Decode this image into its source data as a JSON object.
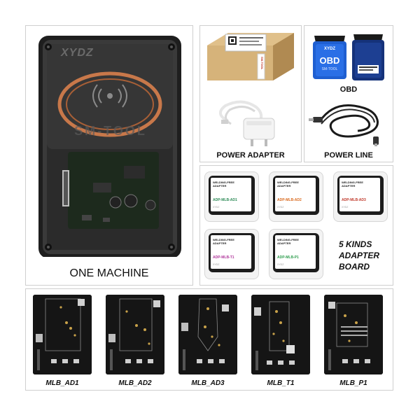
{
  "machine": {
    "caption": "ONE MACHINE",
    "logo": "XYDZ",
    "model_text": "SM-TOOL"
  },
  "box": {
    "seal_text": "SM-TOOL"
  },
  "power_adapter": {
    "caption": "POWER ADAPTER"
  },
  "obd": {
    "caption": "OBD",
    "brand": "XYDZ",
    "name": "OBD",
    "sub": "SM-TOOL"
  },
  "power_line": {
    "caption": "POWER LINE"
  },
  "adapters": {
    "caption_lines": [
      "5 KINDS",
      "ADAPTER",
      "BOARD"
    ],
    "label_line1": "WELDING-FREE",
    "label_line2": "ADAPTER",
    "label_tag": "XYDZ",
    "items": [
      {
        "code": "ADP-MLB-AD1",
        "color": "#2e8b57"
      },
      {
        "code": "ADP-MLB-AD2",
        "color": "#d96a1f"
      },
      {
        "code": "ADP-MLB-AD3",
        "color": "#c0392b"
      },
      {
        "code": "ADP-MLB-T1",
        "color": "#b0369b"
      },
      {
        "code": "ADP-MLB-P1",
        "color": "#2f9e4f"
      }
    ]
  },
  "boards": [
    {
      "label": "MLB_AD1"
    },
    {
      "label": "MLB_AD2"
    },
    {
      "label": "MLB_AD3"
    },
    {
      "label": "MLB_T1"
    },
    {
      "label": "MLB_P1"
    }
  ],
  "colors": {
    "coil": "#c8784a",
    "accent_blue": "#1f5fd1",
    "box": "#c9a46a",
    "board": "#151515",
    "gold": "#c9a24a"
  }
}
